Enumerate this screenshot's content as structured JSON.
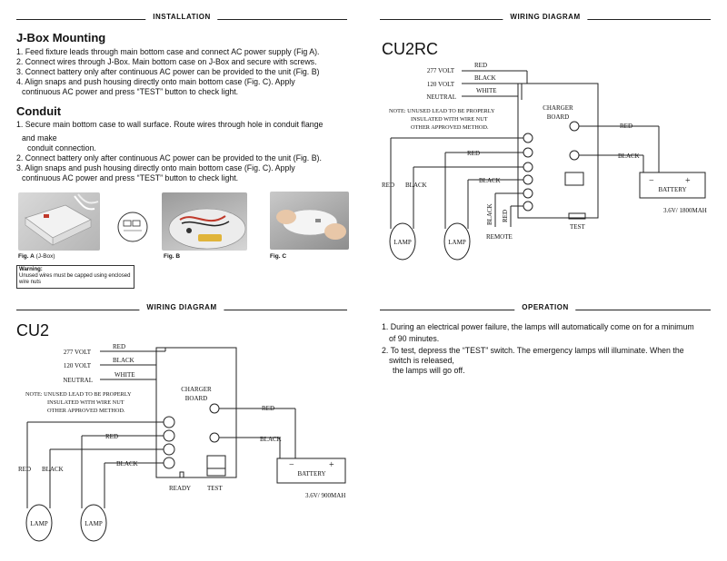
{
  "installation": {
    "header": "INSTALLATION",
    "jbox_title": "J-Box Mounting",
    "jbox_steps": [
      "1.  Feed fixture leads through main bottom case and connect AC power supply (Fig A).",
      "2.  Connect wires through J-Box. Main bottom case on J-Box and secure with screws.",
      "3.  Connect battery only after continuous AC power can be provided to the unit (Fig. B)",
      "4.  Align snaps and push housing directly onto main bottom case (Fig. C). Apply",
      "continuous AC power and                         press “TEST” button to check light."
    ],
    "conduit_title": "Conduit",
    "conduit_steps": [
      "1.  Secure main bottom case to wall surface. Route wires through hole in conduit flange",
      "and make",
      "conduit connection.",
      "2.  Connect battery only after continuous AC power can be provided to the unit (Fig. B).",
      "3.  Align snaps and push housing directly onto main bottom case (Fig. C). Apply",
      "continuous AC power and                         press “TEST” button to check light."
    ],
    "fig_a_bold": "Fig. A",
    "fig_a_rest": " (J-Box)",
    "fig_b": "Fig. B",
    "fig_c": "Fig. C",
    "warning_title": "Warning:",
    "warning_text": "Unused wires must be capped using enclosed wire nuts"
  },
  "cu2": {
    "header": "WIRING DIAGRAM",
    "title": "CU2",
    "v277": "277 VOLT",
    "v120": "120 VOLT",
    "neutral": "NEUTRAL",
    "red": "RED",
    "black": "BLACK",
    "white": "WHITE",
    "note1": "NOTE: UNUSED LEAD TO BE PROPERLY",
    "note2": "INSULATED WITH WIRE NUT",
    "note3": "OTHER APPROVED METHOD.",
    "charger1": "CHARGER",
    "charger2": "BOARD",
    "ready": "READY",
    "test": "TEST",
    "battery": "BATTERY",
    "minus": "−",
    "plus": "+",
    "rating": "3.6V/ 900MAH",
    "lamp": "LAMP"
  },
  "cu2rc": {
    "header": "WIRING DIAGRAM",
    "title": "CU2RC",
    "v277": "277 VOLT",
    "v120": "120 VOLT",
    "neutral": "NEUTRAL",
    "red": "RED",
    "black": "BLACK",
    "white": "WHITE",
    "note1": "NOTE: UNUSED LEAD TO BE PROPERLY",
    "note2": "INSULATED WITH WIRE NUT",
    "note3": "OTHER APPROVED METHOD.",
    "charger1": "CHARGER",
    "charger2": "BOARD",
    "remote": "REMOTE",
    "test": "TEST",
    "battery": "BATTERY",
    "minus": "−",
    "plus": "+",
    "rating": "3.6V/ 1800MAH",
    "lamp": "LAMP"
  },
  "operation": {
    "header": "OPERATION",
    "lines": [
      "1.  During an electrical power failure, the lamps will automatically come on for a minimum",
      "of 90 minutes.",
      "2.  To test, depress the “TEST” switch. The emergency lamps will illuminate. When the",
      "switch is released,",
      "the lamps will go off."
    ]
  }
}
